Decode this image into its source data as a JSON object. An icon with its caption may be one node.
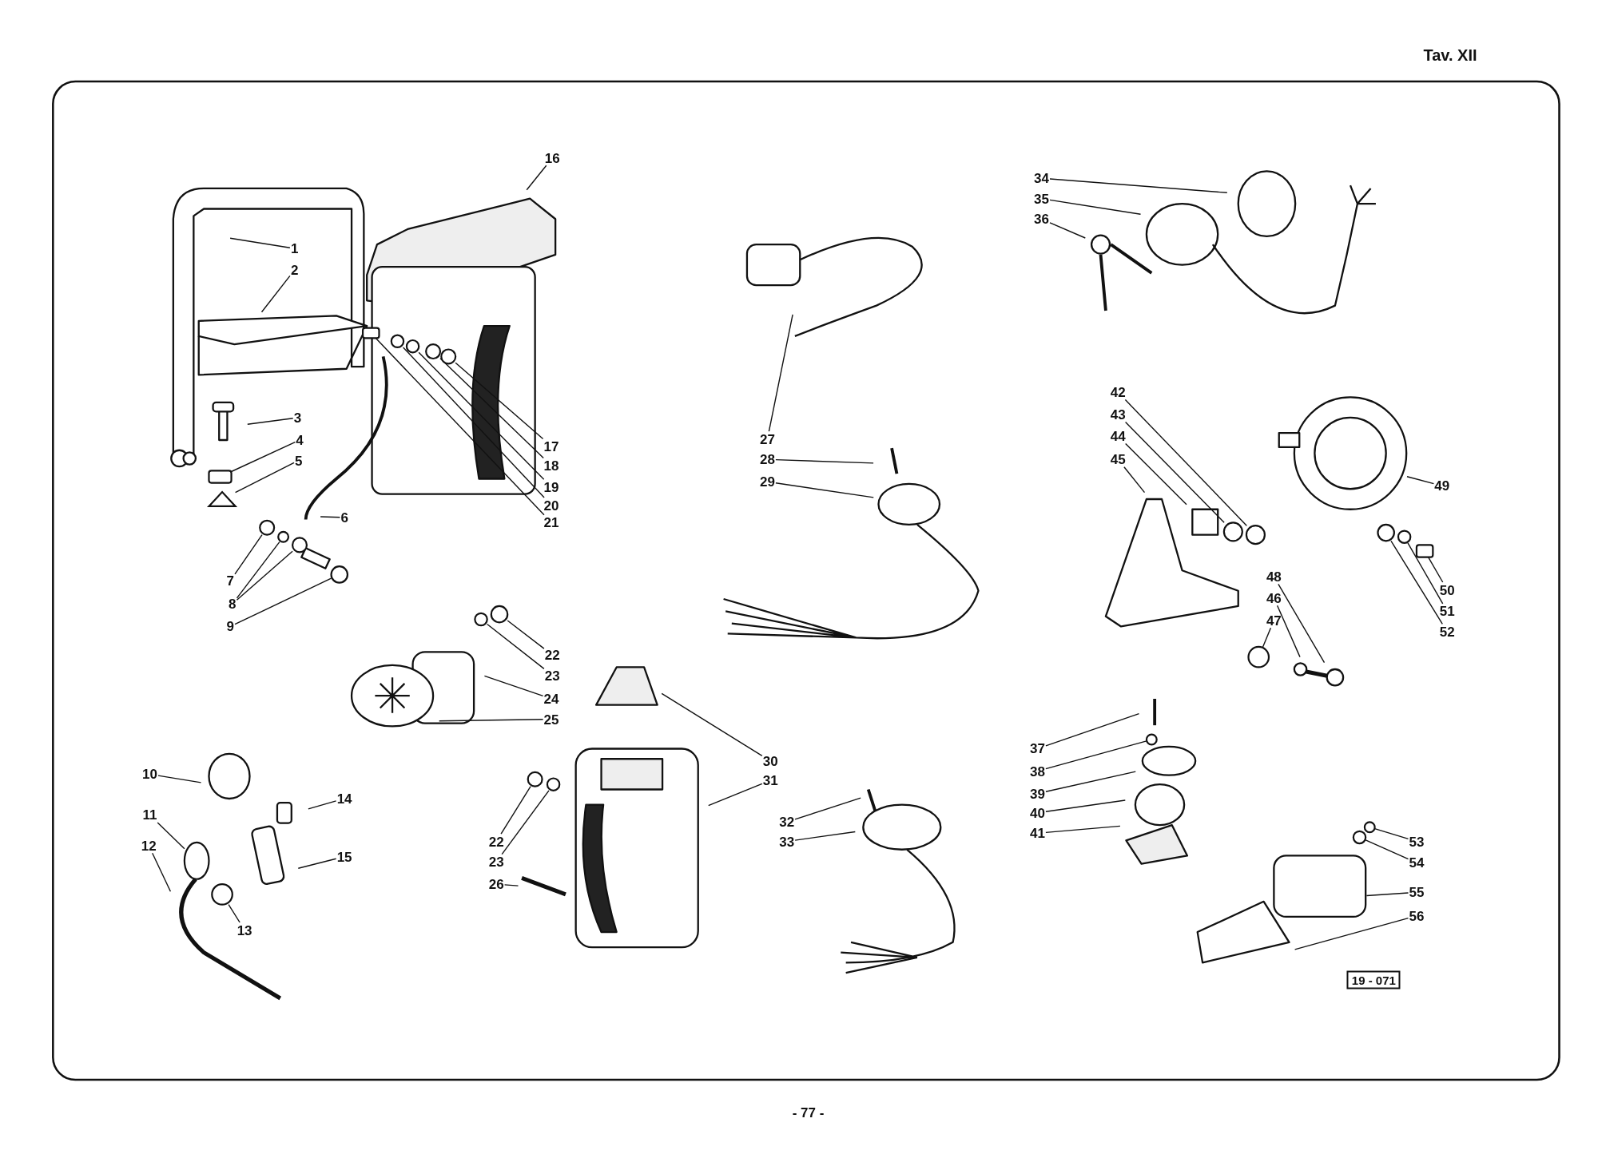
{
  "diagram": {
    "nodes": [
      {
        "text": [
          "1"
        ]
      },
      {
        "text": [
          "2"
        ]
      },
      {
        "text": [
          "3"
        ]
      },
      {
        "text": [
          "4"
        ]
      },
      {
        "text": [
          "5"
        ]
      },
      {
        "text": [
          "6"
        ]
      },
      {
        "text": [
          "7"
        ]
      },
      {
        "text": [
          "8"
        ]
      },
      {
        "text": [
          "9"
        ]
      },
      {
        "text": [
          "16"
        ]
      },
      {
        "text": [
          "17"
        ]
      },
      {
        "text": [
          "18"
        ]
      },
      {
        "text": [
          "19"
        ]
      },
      {
        "text": [
          "20"
        ]
      },
      {
        "text": [
          "21"
        ]
      },
      {
        "text": [
          "22"
        ]
      },
      {
        "text": [
          "23"
        ]
      },
      {
        "text": [
          "24"
        ]
      },
      {
        "text": [
          "25"
        ]
      },
      {
        "text": [
          "10"
        ]
      },
      {
        "text": [
          "11"
        ]
      },
      {
        "text": [
          "12"
        ]
      },
      {
        "text": [
          "13"
        ]
      },
      {
        "text": [
          "14"
        ]
      },
      {
        "text": [
          "15"
        ]
      },
      {
        "text": [
          "27"
        ]
      },
      {
        "text": [
          "28"
        ]
      },
      {
        "text": [
          "29"
        ]
      },
      {
        "text": [
          "30"
        ]
      },
      {
        "text": [
          "31"
        ]
      },
      {
        "text": [
          "22"
        ]
      },
      {
        "text": [
          "23"
        ]
      },
      {
        "text": [
          "26"
        ]
      },
      {
        "text": [
          "32"
        ]
      },
      {
        "text": [
          "33"
        ]
      },
      {
        "text": [
          "34"
        ]
      },
      {
        "text": [
          "35"
        ]
      },
      {
        "text": [
          "36"
        ]
      },
      {
        "text": [
          "42"
        ]
      },
      {
        "text": [
          "43"
        ]
      },
      {
        "text": [
          "44"
        ]
      },
      {
        "text": [
          "45"
        ]
      },
      {
        "text": [
          "49"
        ]
      },
      {
        "text": [
          "48"
        ]
      },
      {
        "text": [
          "46"
        ]
      },
      {
        "text": [
          "47"
        ]
      },
      {
        "text": [
          "50"
        ]
      },
      {
        "text": [
          "51"
        ]
      },
      {
        "text": [
          "52"
        ]
      },
      {
        "text": [
          "37"
        ]
      },
      {
        "text": [
          "38"
        ]
      },
      {
        "text": [
          "39"
        ]
      },
      {
        "text": [
          "40"
        ]
      },
      {
        "text": [
          "41"
        ]
      },
      {
        "text": [
          "53"
        ]
      },
      {
        "text": [
          "54"
        ]
      },
      {
        "text": [
          "55"
        ]
      },
      {
        "text": [
          "56"
        ]
      },
      {
        "text": [],
        "shape": "box"
      },
      {
        "text": [],
        "shape": "triangle"
      },
      {
        "text": [],
        "shape": "circle"
      },
      {
        "text": [],
        "shape": "circle"
      },
      {
        "text": [],
        "shape": "circle"
      },
      {
        "text": [],
        "shape": "circle"
      },
      {
        "text": [],
        "shape": "circle"
      },
      {
        "text": [],
        "shape": "circle"
      },
      {
        "text": [],
        "shape": "circle"
      },
      {
        "text": [],
        "shape": "circle"
      },
      {
        "text": [],
        "shape": "circle"
      },
      {
        "text": [],
        "shape": "circle"
      },
      {
        "text": [],
        "shape": "circle"
      },
      {
        "text": [],
        "shape": "circle"
      },
      {
        "text": [],
        "shape": "circle"
      },
      {
        "text": [],
        "shape": "circle"
      },
      {
        "text": [],
        "shape": "circle"
      },
      {
        "text": [],
        "shape": "box"
      },
      {
        "text": [],
        "shape": "circle"
      },
      {
        "text": [],
        "shape": "circle"
      },
      {
        "text": [],
        "shape": "circle"
      },
      {
        "text": [],
        "shape": "circle"
      },
      {
        "text": [],
        "shape": "circle"
      },
      {
        "text": [],
        "shape": "circle"
      },
      {
        "text": [],
        "shape": "circle"
      },
      {
        "text": [],
        "shape": "box"
      }
    ],
    "edges": [
      {
        "from": 0,
        "to": null,
        "arrow": "none"
      },
      {
        "from": 1,
        "to": null,
        "arrow": "none"
      },
      {
        "from": 2,
        "to": null,
        "arrow": "none"
      },
      {
        "from": 3,
        "to": 58,
        "arrow": "none"
      },
      {
        "from": 4,
        "to": 59,
        "arrow": "none"
      },
      {
        "from": 5,
        "to": null,
        "arrow": "none"
      },
      {
        "from": 6,
        "to": 60,
        "arrow": "none"
      },
      {
        "from": 7,
        "to": 61,
        "arrow": "none"
      },
      {
        "from": 7,
        "to": 62,
        "arrow": "none"
      },
      {
        "from": 8,
        "to": 82,
        "arrow": "none"
      },
      {
        "from": 9,
        "to": null,
        "arrow": "none"
      },
      {
        "from": 10,
        "to": 63,
        "arrow": "none"
      },
      {
        "from": 11,
        "to": 64,
        "arrow": "none"
      },
      {
        "from": 12,
        "to": 65,
        "arrow": "none"
      },
      {
        "from": 13,
        "to": 66,
        "arrow": "none"
      },
      {
        "from": 14,
        "to": 83,
        "arrow": "none"
      },
      {
        "from": 15,
        "to": 67,
        "arrow": "none"
      },
      {
        "from": 16,
        "to": 68,
        "arrow": "none"
      },
      {
        "from": 17,
        "to": null,
        "arrow": "none"
      },
      {
        "from": 18,
        "to": null,
        "arrow": "none"
      },
      {
        "from": 19,
        "to": null,
        "arrow": "none"
      },
      {
        "from": 20,
        "to": 81,
        "arrow": "none"
      },
      {
        "from": 21,
        "to": null,
        "arrow": "none"
      },
      {
        "from": 22,
        "to": 69,
        "arrow": "none"
      },
      {
        "from": 23,
        "to": null,
        "arrow": "none"
      },
      {
        "from": 24,
        "to": null,
        "arrow": "none"
      },
      {
        "from": 25,
        "to": null,
        "arrow": "none"
      },
      {
        "from": 26,
        "to": null,
        "arrow": "none"
      },
      {
        "from": 27,
        "to": null,
        "arrow": "none"
      },
      {
        "from": 28,
        "to": null,
        "arrow": "none"
      },
      {
        "from": 29,
        "to": null,
        "arrow": "none"
      },
      {
        "from": 30,
        "to": 70,
        "arrow": "none"
      },
      {
        "from": 31,
        "to": 71,
        "arrow": "none"
      },
      {
        "from": 32,
        "to": null,
        "arrow": "none"
      },
      {
        "from": 33,
        "to": null,
        "arrow": "none"
      },
      {
        "from": 34,
        "to": null,
        "arrow": "none"
      },
      {
        "from": 35,
        "to": null,
        "arrow": "none"
      },
      {
        "from": 36,
        "to": null,
        "arrow": "none"
      },
      {
        "from": 37,
        "to": null,
        "arrow": "none"
      },
      {
        "from": 38,
        "to": 72,
        "arrow": "none"
      },
      {
        "from": 39,
        "to": 73,
        "arrow": "none"
      },
      {
        "from": 40,
        "to": null,
        "arrow": "none"
      },
      {
        "from": 41,
        "to": null,
        "arrow": "none"
      },
      {
        "from": 42,
        "to": null,
        "arrow": "none"
      },
      {
        "from": 43,
        "to": null,
        "arrow": "none"
      },
      {
        "from": 44,
        "to": null,
        "arrow": "none"
      },
      {
        "from": 45,
        "to": 74,
        "arrow": "none"
      },
      {
        "from": 46,
        "to": 75,
        "arrow": "none"
      },
      {
        "from": 47,
        "to": 76,
        "arrow": "none"
      },
      {
        "from": 48,
        "to": 77,
        "arrow": "none"
      },
      {
        "from": 49,
        "to": null,
        "arrow": "none"
      },
      {
        "from": 50,
        "to": 78,
        "arrow": "none"
      },
      {
        "from": 51,
        "to": null,
        "arrow": "none"
      },
      {
        "from": 52,
        "to": null,
        "arrow": "none"
      },
      {
        "from": 53,
        "to": null,
        "arrow": "none"
      },
      {
        "from": 54,
        "to": 79,
        "arrow": "none"
      },
      {
        "from": 55,
        "to": 80,
        "arrow": "none"
      },
      {
        "from": 56,
        "to": null,
        "arrow": "none"
      },
      {
        "from": 57,
        "to": null,
        "arrow": "none"
      }
    ],
    "labels": [
      "Tav. XII",
      "19 - 071",
      "- 77 -"
    ]
  }
}
